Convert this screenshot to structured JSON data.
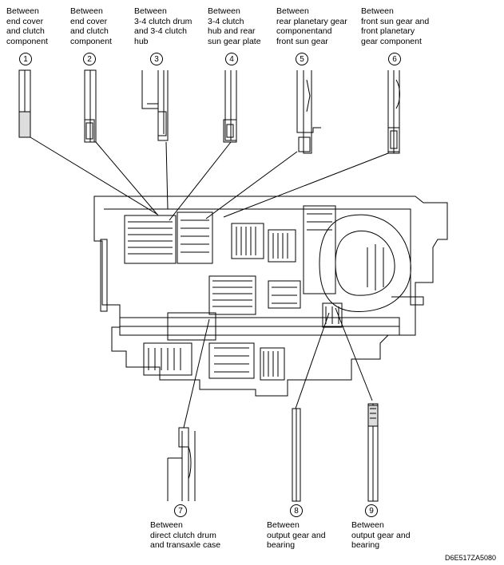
{
  "callouts_top": [
    {
      "number": "1",
      "text": "Between\nend cover\nand clutch\ncomponent"
    },
    {
      "number": "2",
      "text": "Between\nend cover\nand clutch\ncomponent"
    },
    {
      "number": "3",
      "text": "Between\n3-4 clutch drum\nand 3-4 clutch\nhub"
    },
    {
      "number": "4",
      "text": "Between\n3-4 clutch\nhub and rear\nsun gear plate"
    },
    {
      "number": "5",
      "text": "Between\nrear planetary gear\ncomponentand\nfront sun gear"
    },
    {
      "number": "6",
      "text": "Between\nfront sun gear and\nfront planetary\ngear component"
    }
  ],
  "callouts_bottom": [
    {
      "number": "7",
      "text": "Between\ndirect clutch drum\nand transaxle case"
    },
    {
      "number": "8",
      "text": "Between\noutput gear and\nbearing"
    },
    {
      "number": "9",
      "text": "Between\noutput gear and\nbearing"
    }
  ],
  "figure_code": "D6E517ZA5080"
}
